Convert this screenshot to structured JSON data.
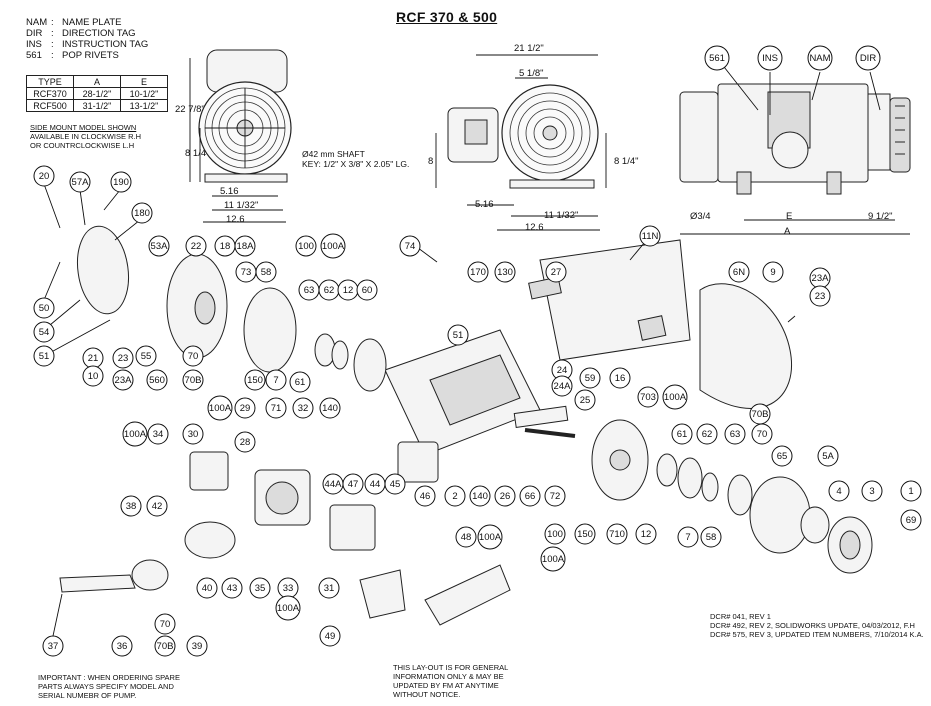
{
  "title": "RCF 370 & 500",
  "abbreviations": [
    {
      "code": "NAM",
      "sep": ":",
      "meaning": "NAME PLATE"
    },
    {
      "code": "DIR",
      "sep": ":",
      "meaning": "DIRECTION TAG"
    },
    {
      "code": "INS",
      "sep": ":",
      "meaning": "INSTRUCTION TAG"
    },
    {
      "code": "561",
      "sep": ":",
      "meaning": "POP RIVETS"
    }
  ],
  "type_table": {
    "headers": [
      "TYPE",
      "A",
      "E"
    ],
    "rows": [
      [
        "RCF370",
        "28-1/2\"",
        "10-1/2\""
      ],
      [
        "RCF500",
        "31-1/2\"",
        "13-1/2\""
      ]
    ]
  },
  "side_mount_note": [
    "SIDE MOUNT MODEL SHOWN",
    "AVAILABLE IN CLOCKWISE R.H",
    "OR COUNTRCLOCKWISE L.H"
  ],
  "shaft_note": [
    "Ø42 mm SHAFT",
    "KEY: 1/2\" X 3/8\" X 2.05\" LG."
  ],
  "dims": {
    "v1_height": "22 7/8\"",
    "v1_shaft": "8 1/4\"",
    "v1_w1": "5.16",
    "v1_w2": "11 1/32\"",
    "v1_w3": "12.6",
    "v2_top": "21 1/2\"",
    "v2_top2": "5 1/8\"",
    "v2_left": "8",
    "v2_right": "8 1/4\"",
    "v2_w1": "5.16",
    "v2_w2": "11 1/32\"",
    "v2_w3": "12.6",
    "v3_hole": "Ø3/4",
    "v3_e": "E",
    "v3_side": "9 1/2\"",
    "v3_a": "A"
  },
  "side_view_callouts": [
    "561",
    "INS",
    "NAM",
    "DIR"
  ],
  "callouts": [
    "20",
    "57A",
    "190",
    "180",
    "53A",
    "22",
    "18",
    "18A",
    "100",
    "100A",
    "73",
    "58",
    "74",
    "170",
    "130",
    "27",
    "11N",
    "6N",
    "9",
    "23A",
    "23",
    "50",
    "54",
    "51",
    "21",
    "10",
    "23",
    "23A",
    "55",
    "560",
    "70",
    "70B",
    "150",
    "63",
    "62",
    "12",
    "60",
    "7",
    "61",
    "140",
    "51",
    "24",
    "24A",
    "59",
    "16",
    "100A",
    "703",
    "25",
    "70B",
    "61",
    "62",
    "63",
    "70",
    "65",
    "5A",
    "4",
    "3",
    "1",
    "69",
    "100A",
    "34",
    "30",
    "100A",
    "29",
    "28",
    "71",
    "32",
    "44A",
    "47",
    "44",
    "45",
    "46",
    "2",
    "140",
    "26",
    "66",
    "72",
    "100",
    "150",
    "710",
    "12",
    "7",
    "58",
    "100A",
    "38",
    "42",
    "40",
    "43",
    "35",
    "33",
    "100A",
    "31",
    "48",
    "100A",
    "49",
    "37",
    "36",
    "70",
    "70B",
    "39"
  ],
  "important_note": [
    "IMPORTANT : WHEN ORDERING SPARE",
    "PARTS ALWAYS SPECIFY MODEL AND",
    "SERIAL NUMEBR OF PUMP."
  ],
  "layout_note": [
    "THIS LAY-OUT IS FOR GENERAL",
    "INFORMATION ONLY & MAY BE",
    "UPDATED BY FM AT ANYTIME",
    "WITHOUT NOTICE."
  ],
  "dcr_notes": [
    "DCR# 041, REV 1",
    "DCR# 492, REV 2, SOLIDWORKS UPDATE, 04/03/2012, F.H",
    "DCR# 575, REV 3, UPDATED ITEM NUMBERS, 7/10/2014 K.A."
  ]
}
